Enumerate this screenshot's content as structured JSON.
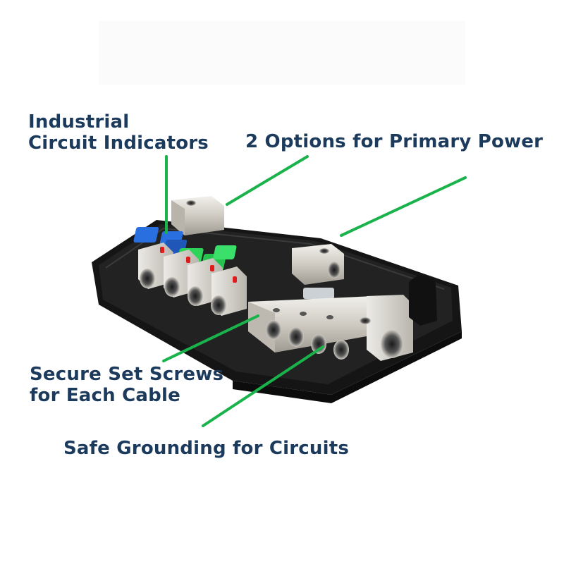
{
  "callouts": {
    "indicators": [
      "Industrial",
      "Circuit Indicators"
    ],
    "primary_power": "2 Options for Primary Power",
    "set_screws": [
      "Secure Set Screws",
      "for Each Cable"
    ],
    "grounding": "Safe Grounding for Circuits"
  },
  "colors": {
    "text": "#1b3a5c",
    "leader_line": "#19b24b",
    "housing": "#141414",
    "terminal": "#d8d4cc",
    "fuse_blue": "#2a6fe0",
    "fuse_green": "#2ed45a",
    "indicator_red": "#e01b1b"
  }
}
